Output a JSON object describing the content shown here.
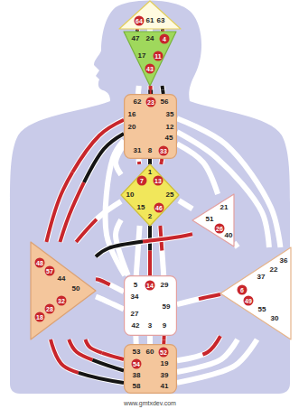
{
  "diagram": {
    "nodes": [
      {
        "text": [
          "64",
          "61",
          "63"
        ]
      },
      {
        "text": [
          "47",
          "24",
          "4",
          "17",
          "11",
          "43"
        ]
      },
      {
        "text": [
          "62",
          "23",
          "56",
          "16",
          "35",
          "20",
          "12",
          "45",
          "31",
          "8",
          "33"
        ]
      },
      {
        "text": [
          "1",
          "7",
          "13",
          "10",
          "25",
          "15",
          "46",
          "2"
        ]
      },
      {
        "text": [
          "21",
          "51",
          "26",
          "40"
        ]
      },
      {
        "text": [
          "48",
          "57",
          "44",
          "50",
          "32",
          "28",
          "18"
        ]
      },
      {
        "text": [
          "5",
          "14",
          "29",
          "34",
          "27",
          "59",
          "42",
          "3",
          "9"
        ]
      },
      {
        "text": [
          "36",
          "22",
          "37",
          "6",
          "49",
          "55",
          "30"
        ]
      },
      {
        "text": [
          "53",
          "60",
          "52",
          "54",
          "19",
          "38",
          "39",
          "58",
          "41"
        ]
      }
    ],
    "edges": [
      {
        "from": 0,
        "to": 1,
        "arrow": "none"
      },
      {
        "from": 0,
        "to": 1,
        "arrow": "none"
      },
      {
        "from": 0,
        "to": 1,
        "arrow": "none"
      },
      {
        "from": 1,
        "to": 2,
        "arrow": "none"
      },
      {
        "from": 1,
        "to": 2,
        "arrow": "none"
      },
      {
        "from": 1,
        "to": 2,
        "arrow": "none"
      },
      {
        "from": 2,
        "to": 3,
        "arrow": "none"
      },
      {
        "from": 2,
        "to": 3,
        "arrow": "none"
      },
      {
        "from": 2,
        "to": 3,
        "arrow": "none"
      },
      {
        "from": 2,
        "to": 5,
        "arrow": "none"
      },
      {
        "from": 2,
        "to": 5,
        "arrow": "none"
      },
      {
        "from": 2,
        "to": 6,
        "arrow": "none"
      },
      {
        "from": 3,
        "to": 2,
        "arrow": "none"
      },
      {
        "from": 2,
        "to": 4,
        "arrow": "none"
      },
      {
        "from": 2,
        "to": 7,
        "arrow": "none"
      },
      {
        "from": 2,
        "to": 7,
        "arrow": "none"
      },
      {
        "from": 3,
        "to": 5,
        "arrow": "none"
      },
      {
        "from": 3,
        "to": 6,
        "arrow": "none"
      },
      {
        "from": 3,
        "to": 6,
        "arrow": "none"
      },
      {
        "from": 3,
        "to": 6,
        "arrow": "none"
      },
      {
        "from": 3,
        "to": 6,
        "arrow": "none"
      },
      {
        "from": 3,
        "to": 4,
        "arrow": "none"
      },
      {
        "from": 4,
        "to": 5,
        "arrow": "none"
      },
      {
        "from": 7,
        "to": 4,
        "arrow": "none"
      },
      {
        "from": 5,
        "to": 6,
        "arrow": "none"
      },
      {
        "from": 5,
        "to": 6,
        "arrow": "none"
      },
      {
        "from": 5,
        "to": 8,
        "arrow": "none"
      },
      {
        "from": 5,
        "to": 8,
        "arrow": "none"
      },
      {
        "from": 5,
        "to": 8,
        "arrow": "none"
      },
      {
        "from": 6,
        "to": 8,
        "arrow": "none"
      },
      {
        "from": 6,
        "to": 8,
        "arrow": "none"
      },
      {
        "from": 6,
        "to": 8,
        "arrow": "none"
      },
      {
        "from": 6,
        "to": 7,
        "arrow": "none"
      },
      {
        "from": 8,
        "to": 7,
        "arrow": "none"
      },
      {
        "from": 8,
        "to": 7,
        "arrow": "none"
      },
      {
        "from": 8,
        "to": 7,
        "arrow": "none"
      }
    ],
    "labels": [
      "www.gmtxdev.com"
    ]
  }
}
